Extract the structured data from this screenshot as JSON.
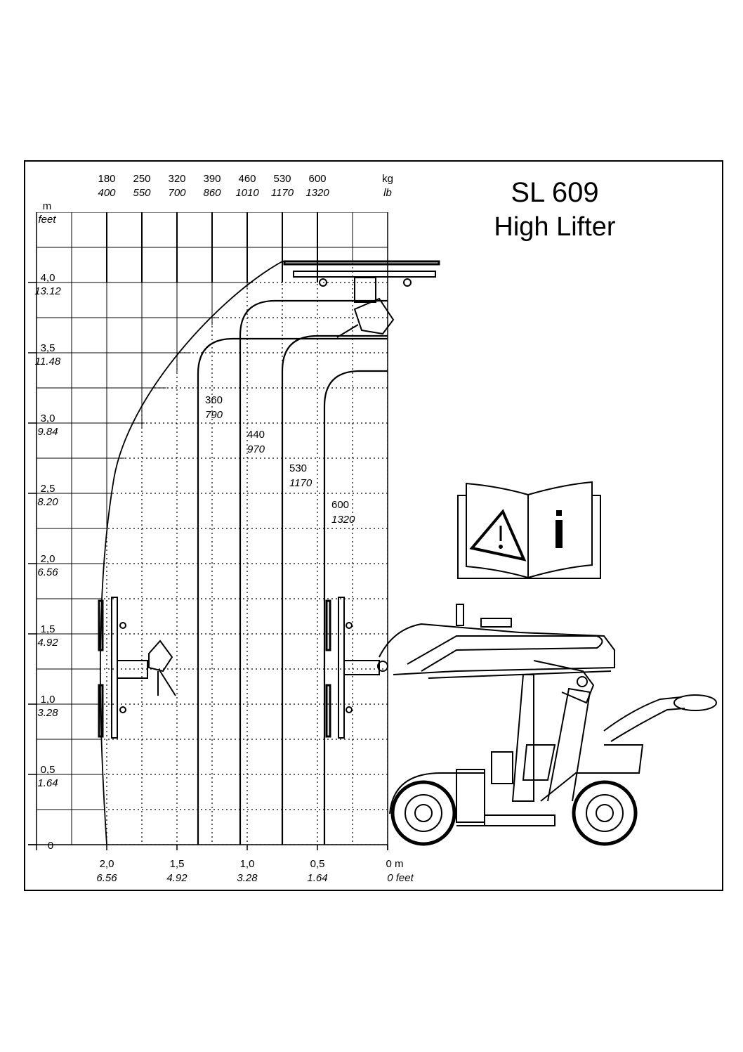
{
  "chart_data": {
    "type": "load-chart",
    "title": "SL 609",
    "subtitle": "High Lifter",
    "y_unit": {
      "metric": "m",
      "imperial": "feet"
    },
    "x_unit": {
      "metric": "m",
      "imperial": "feet"
    },
    "top_unit": {
      "metric": "kg",
      "imperial": "lb"
    },
    "y_ticks": [
      {
        "m": "4,0",
        "ft": "13.12"
      },
      {
        "m": "3,5",
        "ft": "11.48"
      },
      {
        "m": "3,0",
        "ft": "9.84"
      },
      {
        "m": "2,5",
        "ft": "8.20"
      },
      {
        "m": "2,0",
        "ft": "6.56"
      },
      {
        "m": "1,5",
        "ft": "4.92"
      },
      {
        "m": "1,0",
        "ft": "3.28"
      },
      {
        "m": "0,5",
        "ft": "1.64"
      },
      {
        "m": "0",
        "ft": ""
      }
    ],
    "y_tick_values": [
      4.0,
      3.5,
      3.0,
      2.5,
      2.0,
      1.5,
      1.0,
      0.5,
      0
    ],
    "x_ticks": [
      {
        "m": "2,0",
        "ft": "6.56"
      },
      {
        "m": "1,5",
        "ft": "4.92"
      },
      {
        "m": "1,0",
        "ft": "3.28"
      },
      {
        "m": "0,5",
        "ft": "1.64"
      },
      {
        "m": "0 m",
        "ft": "0 feet"
      }
    ],
    "x_tick_values": [
      2.0,
      1.5,
      1.0,
      0.5,
      0
    ],
    "load_columns": [
      {
        "kg": "180",
        "lb": "400"
      },
      {
        "kg": "250",
        "lb": "550"
      },
      {
        "kg": "320",
        "lb": "700"
      },
      {
        "kg": "390",
        "lb": "860"
      },
      {
        "kg": "460",
        "lb": "1010"
      },
      {
        "kg": "530",
        "lb": "1170"
      },
      {
        "kg": "600",
        "lb": "1320"
      }
    ],
    "load_curves": [
      {
        "kg": "360",
        "lb": "790",
        "reach_m": 1.35,
        "top_m": 3.6
      },
      {
        "kg": "440",
        "lb": "970",
        "reach_m": 1.05,
        "top_m": 3.87
      },
      {
        "kg": "530",
        "lb": "1170",
        "reach_m": 0.75,
        "top_m": 3.62
      },
      {
        "kg": "600",
        "lb": "1320",
        "reach_m": 0.45,
        "top_m": 3.37
      }
    ],
    "envelope": {
      "max_reach_m": 2.0,
      "max_height_m": 4.15
    },
    "xlim": [
      2.5,
      0
    ],
    "ylim": [
      0,
      4.5
    ]
  }
}
